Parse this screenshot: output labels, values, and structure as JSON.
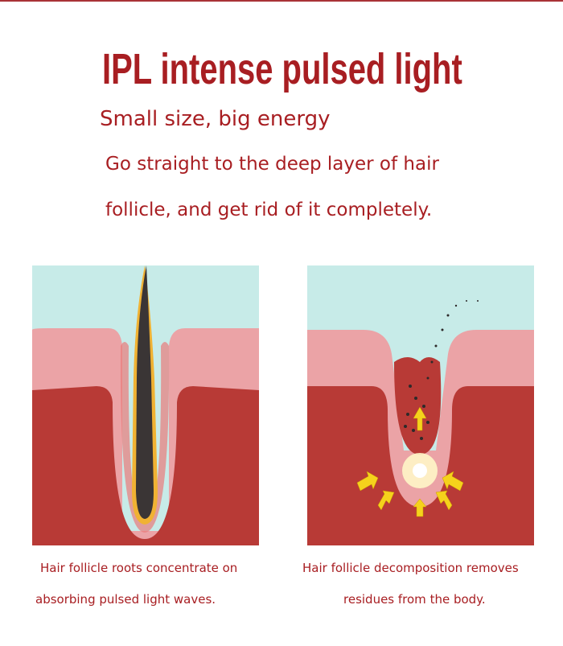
{
  "title": "IPL intense pulsed light",
  "subtitle": "Small size, big energy",
  "description_line1": "Go straight to the deep layer of hair",
  "description_line2": "follicle, and get rid of it completely.",
  "panels": [
    {
      "caption_line1": "Hair follicle roots concentrate on",
      "caption_line2": "absorbing pulsed light waves."
    },
    {
      "caption_line1": "Hair follicle decomposition removes",
      "caption_line2": "residues from the body."
    }
  ],
  "colors": {
    "accent": "#a81e22",
    "sky": "#c7ebe8",
    "skin": "#eba3a6",
    "dermis": "#b83a36",
    "arrow": "#f5d21c"
  }
}
